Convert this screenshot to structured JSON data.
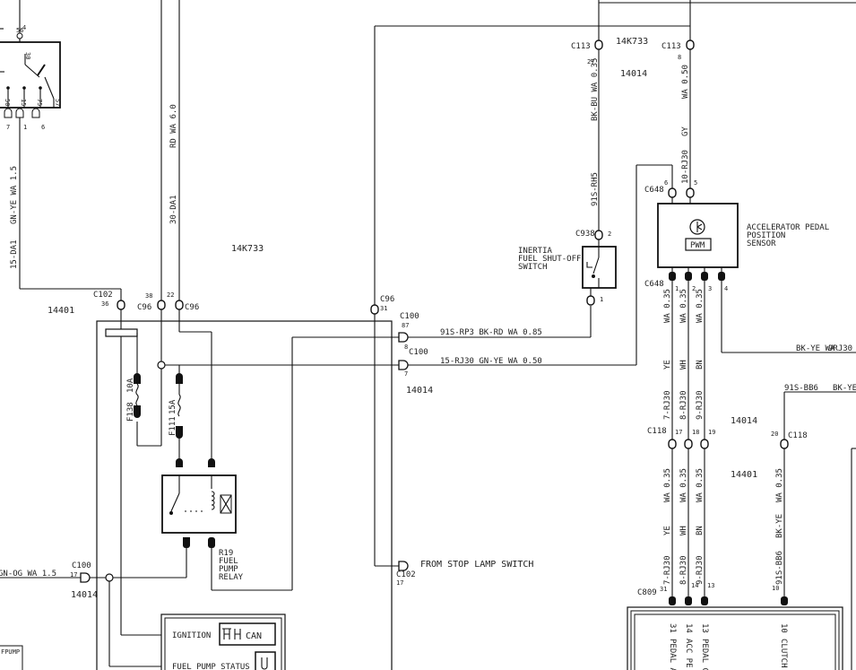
{
  "diagram": {
    "labels": {
      "pin56": "56",
      "pin4": "4",
      "sw_t30": "30",
      "sw_t50": "50",
      "sw_t15": "15",
      "sw_t75": "75",
      "sw_t57": "57",
      "sw_p7": "7",
      "sw_p1": "1",
      "sw_p6": "6",
      "w_15da1_spec": "GN-YE  WA 1.5",
      "w_15da1_circ": "15-DA1",
      "w_30da1_spec": "RD   WA 6.0",
      "w_30da1_circ": "30-DA1",
      "harness_14k733_mid": "14K733",
      "harness_14401_left": "14401",
      "c102": "C102",
      "c102_pin": "36",
      "c96_a": "C96",
      "c96_a_pin": "38",
      "c96_b_pin": "22",
      "c96_b": "C96",
      "c96_c": "C96",
      "c96_c_pin": "31",
      "c100_a": "C100",
      "c100_a_pin": "87",
      "c100_a_pin2": "8",
      "w_rp3": "91S-RP3   BK-RD  WA 0.85",
      "c100_b": "C100",
      "c100_b_pin": "7",
      "w_rj30": "15-RJ30   GN-YE  WA 0.50",
      "harness_14014_mid": "14014",
      "f138_rating": "10A",
      "f138": "F138",
      "f111_rating": "15A",
      "f111": "F111",
      "relay_name": "R19",
      "relay_l1": "FUEL",
      "relay_l2": "PUMP",
      "relay_l3": "RELAY",
      "c100_c": "C100",
      "c100_c_pin": "17",
      "w_gnog": "GN-OG   WA  1.5",
      "harness_14014_left": "14014",
      "c102_b": "C102",
      "c102_b_pin": "17",
      "stop_lamp": "FROM STOP LAMP SWITCH",
      "ecm_ignition": "IGNITION",
      "ecm_can": "CAN",
      "ecm_fuel_status": "FUEL PUMP STATUS",
      "fpump": "FPUMP",
      "c113_a": "C113",
      "c113_a_pin": "27",
      "harness_14k733_top": "14K733",
      "harness_14014_top": "14014",
      "c113_b": "C113",
      "c113_b_pin": "8",
      "w_rh5_spec": "BK-BU  WA 0.35",
      "w_rh5_circ": "91S-RH5",
      "w_gy_spec": "WA 0.50",
      "w_gy_color": "GY",
      "w_10rj30": "10-RJ30",
      "c938": "C938",
      "c938_pin2": "2",
      "c938_pin1": "1",
      "inertia_l1": "INERTIA",
      "inertia_l2": "FUEL SHUT-OFF",
      "inertia_l3": "SWITCH",
      "c648_top": "C648",
      "c648_pin6": "6",
      "c648_pin5": "5",
      "app_l1": "ACCELERATOR PEDAL",
      "app_l2": "POSITION",
      "app_l3": "SENSOR",
      "pwm": "PWM",
      "c648_bot": "C648",
      "c648_p1": "1",
      "c648_p2": "2",
      "c648_p3": "3",
      "c648_p4": "4",
      "w_bkye_wa": "BK-YE  WA",
      "w_9rj30": "9RJ30",
      "w_91sbb6_r": "91S-BB6",
      "w_bkye_r": "BK-YE",
      "c118_a": "C118",
      "c118_p17": "17",
      "c118_p18": "18",
      "c118_p19": "19",
      "c118_p20": "20",
      "c118_b": "C118",
      "harness_14014_r": "14014",
      "harness_14401_r": "14401",
      "w_wa035": "WA 0.35",
      "w_ye": "YE",
      "w_wh": "WH",
      "w_bn": "BN",
      "w_7rj30": "7-RJ30",
      "w_8rj30": "8-RJ30",
      "w_9rj30b": "9-RJ30",
      "w_bkye_v": "BK-YE",
      "w_91sbb6_v": "91S-BB6",
      "c809": "C809",
      "c809_p31": "31",
      "c809_p14": "14",
      "c809_p13": "13",
      "c809_p10": "10",
      "pin31": "31",
      "pin14": "14",
      "pin13": "13",
      "pin10": "10",
      "pedal_a": "PEDAL A",
      "acc_pe": "ACC PE",
      "pedal_c": "PEDAL C",
      "clutch": "CLUTCH"
    }
  }
}
